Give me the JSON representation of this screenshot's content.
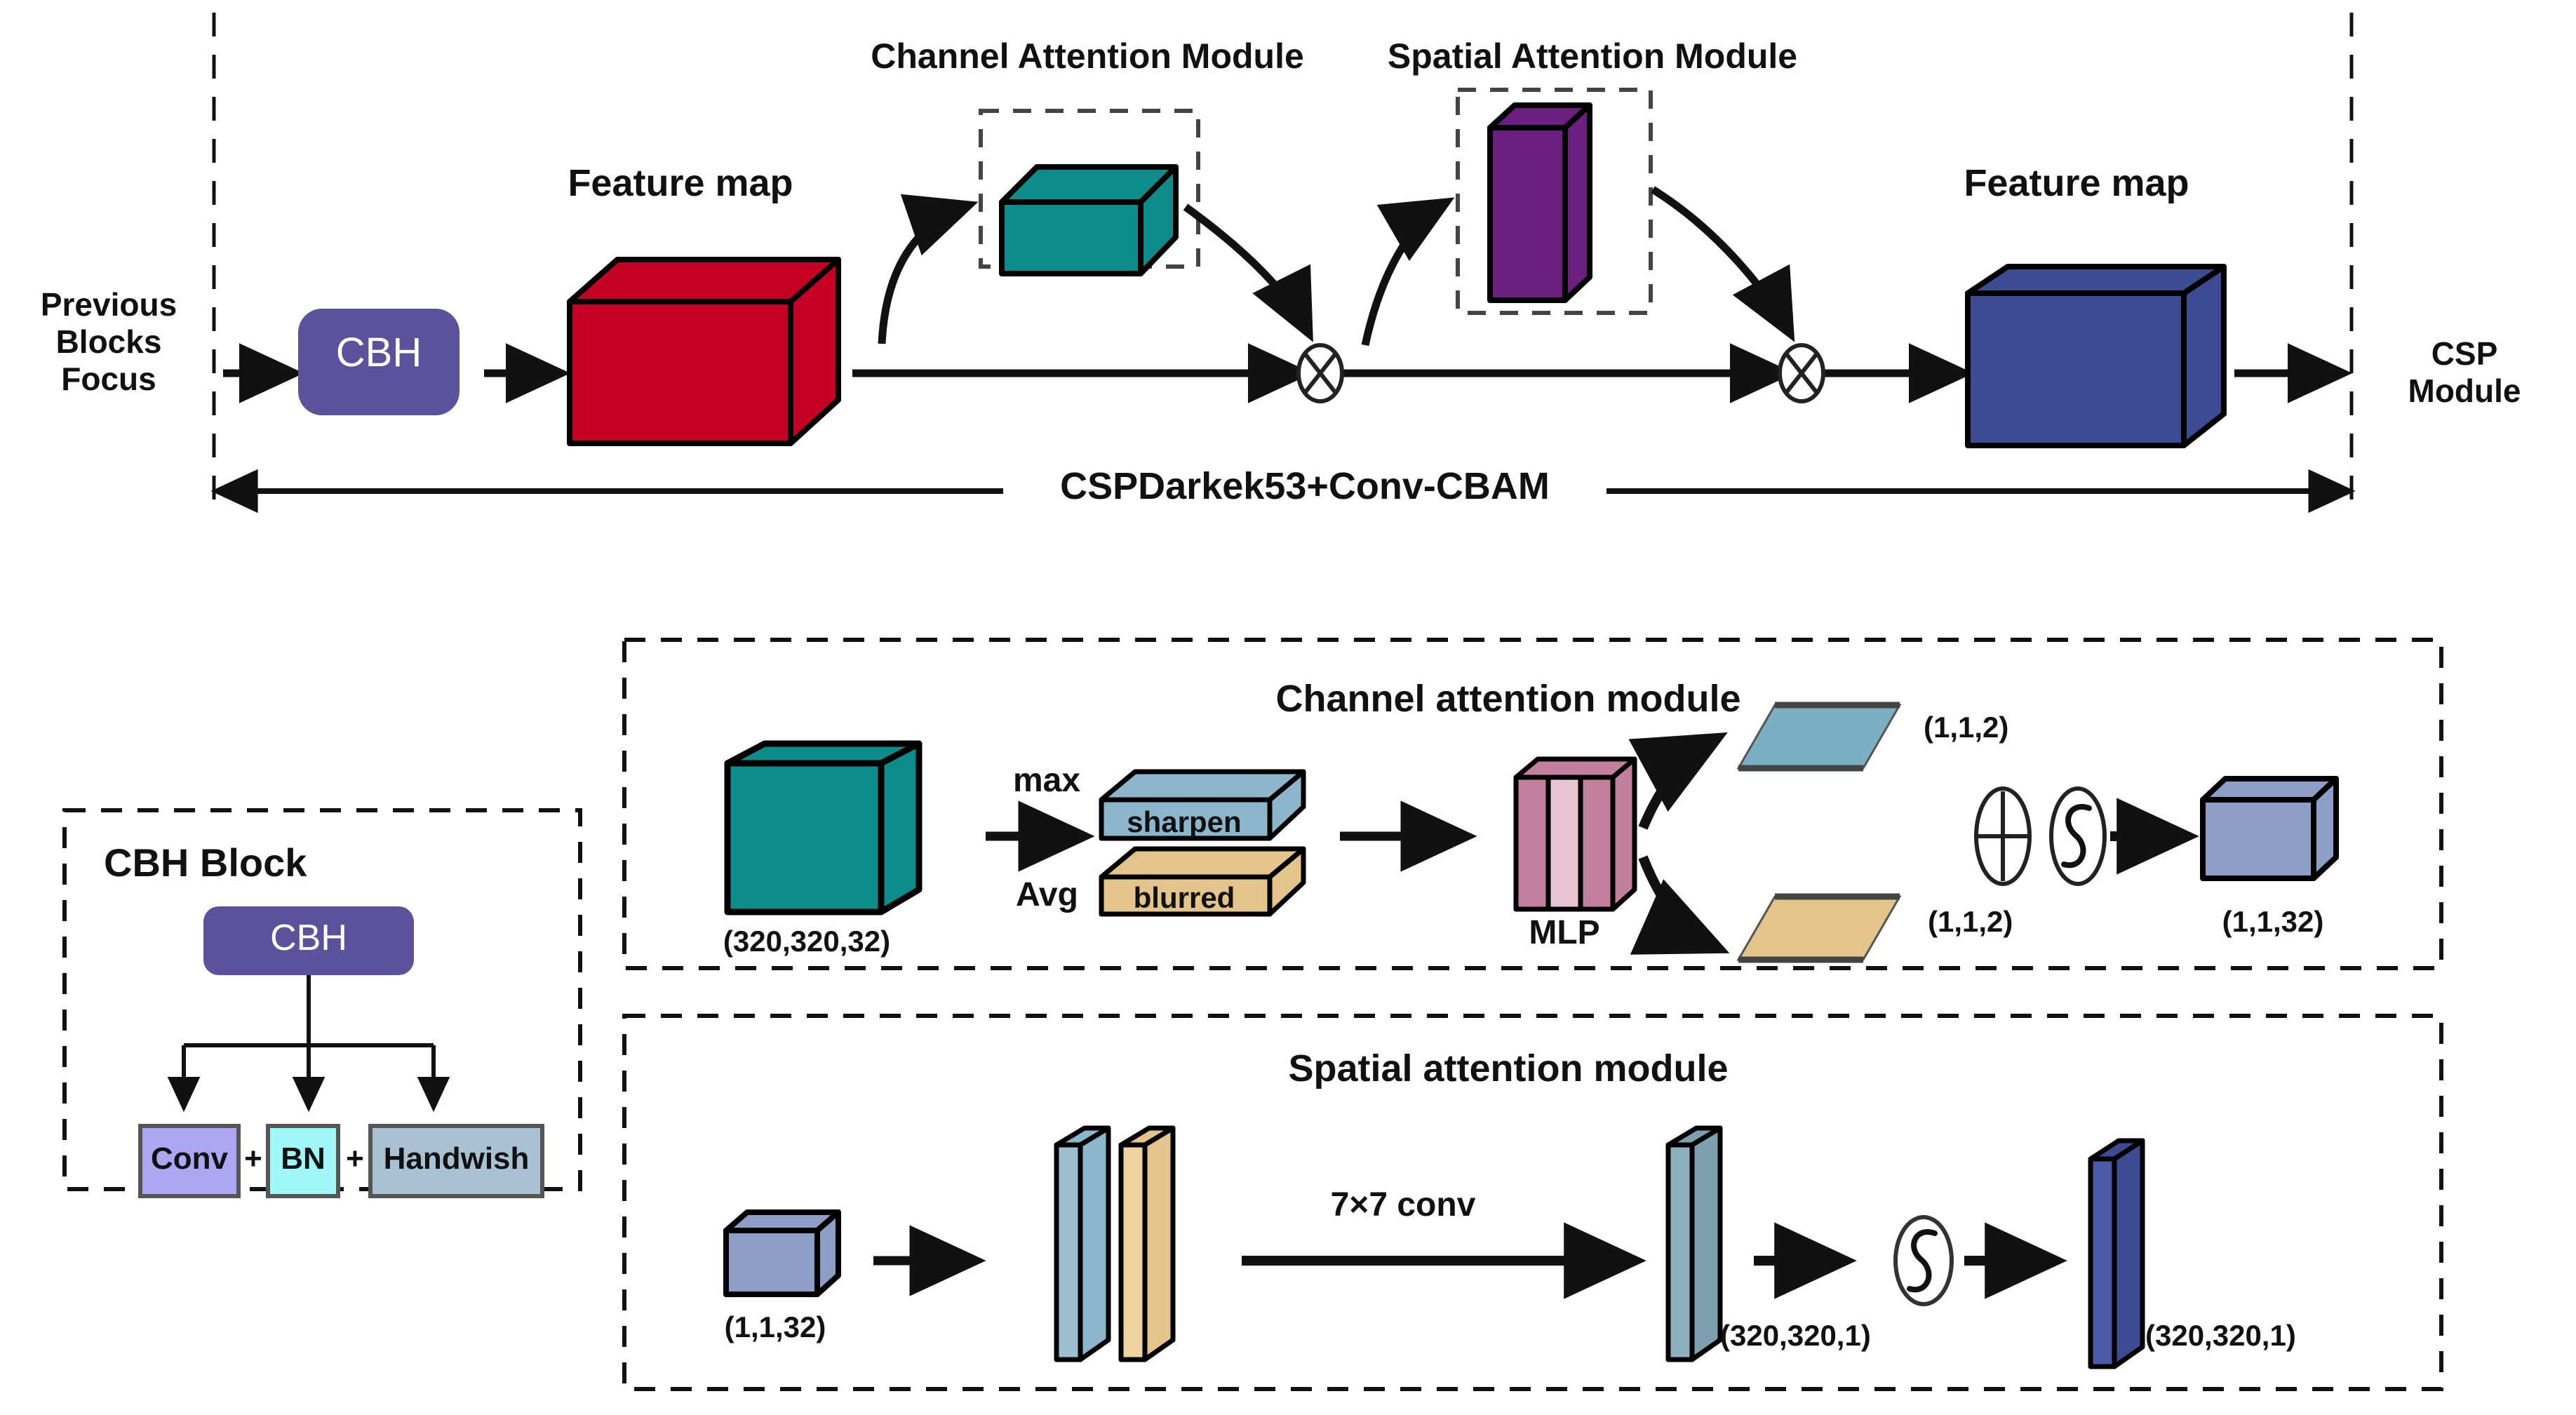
{
  "diagram": {
    "title_flow_label": "CSPDarkek53+Conv-CBAM",
    "input_label": "Previous\nBlocks\nFocus",
    "output_label": "CSP\nModule",
    "cbh_block_label": "CBH",
    "feature_map_left_label": "Feature map",
    "feature_map_right_label": "Feature map",
    "channel_attention_caption": "Channel Attention Module",
    "spatial_attention_caption": "Spatial Attention Module",
    "multiply_symbol": "⊗"
  },
  "cbh_panel": {
    "panel_title": "CBH Block",
    "node_label": "CBH",
    "children": [
      "Conv",
      "BN",
      "Handwish"
    ],
    "plus_1": "+",
    "plus_2": "+",
    "colors": {
      "cbh_fill": "#5C529C",
      "conv_fill": "#ADA7F2",
      "bn_fill": "#9FF7F7",
      "handwish_fill": "#A8C2D4"
    }
  },
  "channel_module": {
    "title": "Channel attention module",
    "input_shape": "(320,320,32)",
    "max_label": "max",
    "avg_label": "Avg",
    "sharpen_label": "sharpen",
    "blurred_label": "blurred",
    "mlp_label": "MLP",
    "top_plane_shape": "(1,1,2)",
    "bottom_plane_shape": "(1,1,2)",
    "output_shape": "(1,1,32)",
    "sum_symbol": "⊕",
    "sigmoid_symbol": "S",
    "colors": {
      "teal": "#0D8C8C",
      "sharpen_blue": "#8CB6CC",
      "blurred_tan": "#E3C48A",
      "mlp_pink": "#C27F9E",
      "mlp_pink_light": "#E8C4D3",
      "out_blue": "#8C9DC6"
    }
  },
  "spatial_module": {
    "title": "Spatial attention module",
    "input_shape": "(1,1,32)",
    "conv_label": "7×7 conv",
    "mid_shape": "(320,320,1)",
    "output_shape": "(320,320,1)",
    "sigmoid_symbol": "S",
    "colors": {
      "in_blue": "#8C9DC6",
      "slab_blue": "#8CB6CC",
      "slab_tan": "#E3C48A",
      "conv_slab": "#7E9FAD",
      "out_blue": "#3D4B94"
    }
  },
  "top_flow": {
    "colors": {
      "red_cube": "#C40024",
      "teal_cube": "#0D8C8C",
      "purple_cube": "#6B2080",
      "blue_cube": "#3D4B94",
      "cbh_purple": "#5C529C"
    }
  }
}
